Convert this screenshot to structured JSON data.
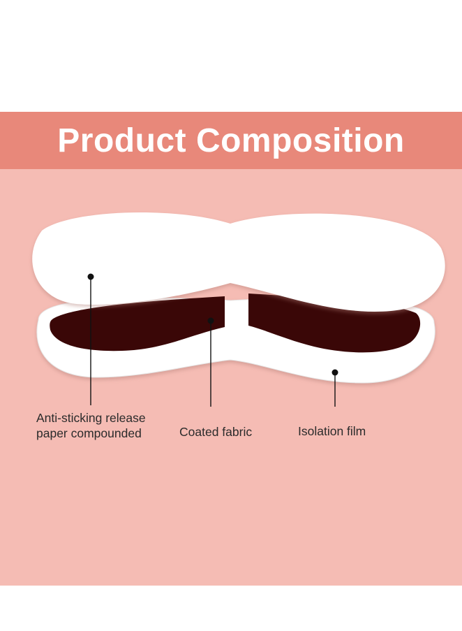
{
  "title": "Product Composition",
  "colors": {
    "panel_background": "#f5bcb4",
    "banner_background": "#e8887a",
    "release_paper": "#ffffff",
    "coated_fabric": "#3a0707",
    "isolation_film": "#ffffff"
  },
  "layers": [
    {
      "id": "release-paper",
      "lines": [
        "Anti-sticking release",
        "paper compounded"
      ]
    },
    {
      "id": "coated-fabric",
      "lines": [
        "Coated fabric"
      ]
    },
    {
      "id": "isolation-film",
      "lines": [
        "Isolation film"
      ]
    }
  ]
}
